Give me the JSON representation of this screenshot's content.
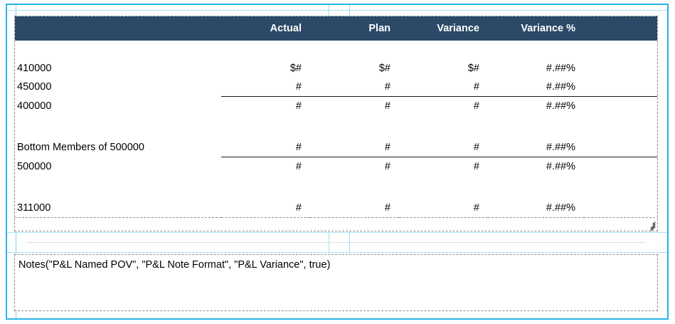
{
  "report": {
    "columns": [
      {
        "key": "label",
        "label": ""
      },
      {
        "key": "actual",
        "label": "Actual"
      },
      {
        "key": "plan",
        "label": "Plan"
      },
      {
        "key": "variance",
        "label": "Variance"
      },
      {
        "key": "variance_pct",
        "label": "Variance %"
      },
      {
        "key": "pad",
        "label": ""
      }
    ],
    "rows": [
      {
        "label": "410000",
        "actual": "$#",
        "plan": "$#",
        "variance": "$#",
        "variance_pct": "#.##%",
        "style": "normal"
      },
      {
        "label": "450000",
        "actual": "#",
        "plan": "#",
        "variance": "#",
        "variance_pct": "#.##%",
        "style": "underline"
      },
      {
        "label": "400000",
        "actual": "#",
        "plan": "#",
        "variance": "#",
        "variance_pct": "#.##%",
        "style": "normal"
      },
      {
        "label": "",
        "actual": "",
        "plan": "",
        "variance": "",
        "variance_pct": "",
        "style": "spacer"
      },
      {
        "label": "Bottom Members of 500000",
        "actual": "#",
        "plan": "#",
        "variance": "#",
        "variance_pct": "#.##%",
        "style": "underline"
      },
      {
        "label": "500000",
        "actual": "#",
        "plan": "#",
        "variance": "#",
        "variance_pct": "#.##%",
        "style": "normal"
      },
      {
        "label": "",
        "actual": "",
        "plan": "",
        "variance": "",
        "variance_pct": "",
        "style": "spacer"
      },
      {
        "label": "311000",
        "actual": "#",
        "plan": "#",
        "variance": "#",
        "variance_pct": "#.##%",
        "style": "dotted"
      }
    ],
    "header_background": "#2c4a68",
    "header_text_color": "#ffffff"
  },
  "notes": {
    "text": "Notes(\"P&L Named POV\", \"P&L Note Format\", \"P&L Variance\", true)"
  },
  "frame": {
    "accent_color": "#29b6e8",
    "guide_color": "#9fdcf5"
  }
}
